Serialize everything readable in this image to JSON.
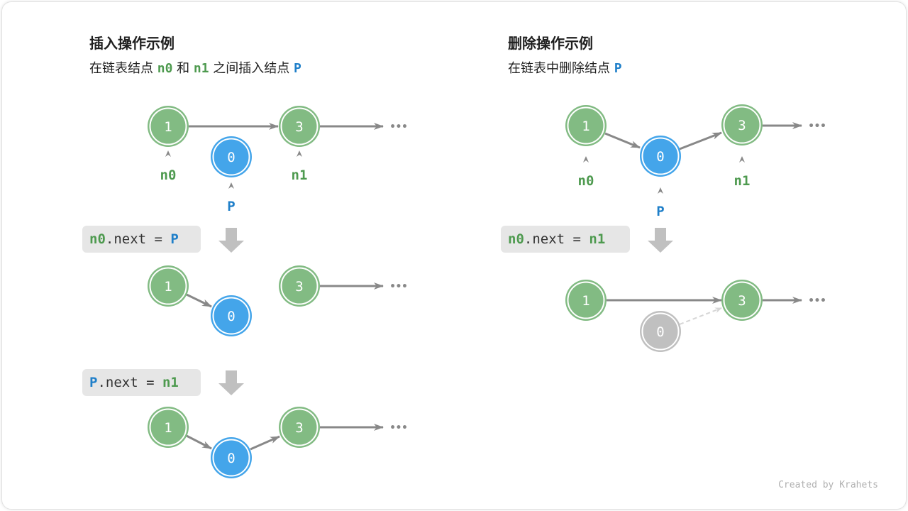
{
  "insert": {
    "title": "插入操作示例",
    "subtitle": {
      "p1": "在链表结点 ",
      "n0": "n0",
      "p2": " 和 ",
      "n1": "n1",
      "p3": " 之间插入结点 ",
      "P": "P"
    },
    "step1_code": {
      "a": "n0",
      "b": ".next = ",
      "c": "P"
    },
    "step2_code": {
      "a": "P",
      "b": ".next = ",
      "c": "n1"
    }
  },
  "delete": {
    "title": "删除操作示例",
    "subtitle": {
      "p1": "在链表中删除结点 ",
      "P": "P"
    },
    "step1_code": {
      "a": "n0",
      "b": ".next = ",
      "c": "n1"
    }
  },
  "nodes": {
    "n0_val": "1",
    "P_val": "0",
    "n1_val": "3"
  },
  "pointers": {
    "n0": "n0",
    "n1": "n1",
    "P": "P"
  },
  "ellipsis": "•••",
  "colors": {
    "node_green": "#82bb83",
    "node_blue": "#44a5ea",
    "node_removed": "#c0c0c0",
    "label_green": "#4e9a4f",
    "label_blue": "#1f7fc9",
    "arrow": "#888888"
  },
  "footer": "Created by Krahets"
}
